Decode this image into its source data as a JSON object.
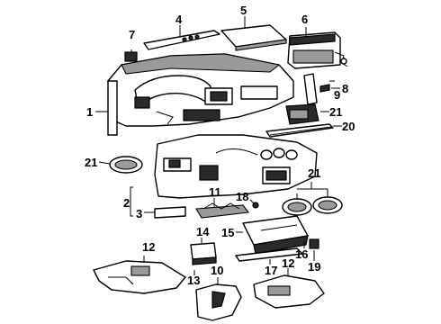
{
  "diagram": {
    "callouts": {
      "c1": "1",
      "c2": "2",
      "c3": "3",
      "c4": "4",
      "c5": "5",
      "c6": "6",
      "c7": "7",
      "c8": "8",
      "c9": "9",
      "c10": "10",
      "c11": "11",
      "c12a": "12",
      "c12b": "12",
      "c13": "13",
      "c14": "14",
      "c15": "15",
      "c16": "16",
      "c17": "17",
      "c18": "18",
      "c19": "19",
      "c20": "20",
      "c21a": "21",
      "c21b": "21",
      "c21c": "21"
    }
  }
}
